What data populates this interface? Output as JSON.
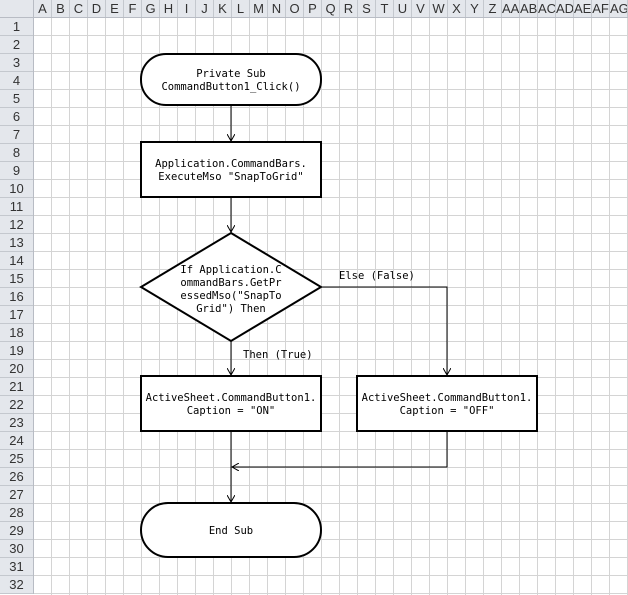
{
  "columns": [
    "A",
    "B",
    "C",
    "D",
    "E",
    "F",
    "G",
    "H",
    "I",
    "J",
    "K",
    "L",
    "M",
    "N",
    "O",
    "P",
    "Q",
    "R",
    "S",
    "T",
    "U",
    "V",
    "W",
    "X",
    "Y",
    "Z",
    "AA",
    "AB",
    "AC",
    "AD",
    "AE",
    "AF",
    "AG"
  ],
  "rows": [
    "1",
    "2",
    "3",
    "4",
    "5",
    "6",
    "7",
    "8",
    "9",
    "10",
    "11",
    "12",
    "13",
    "14",
    "15",
    "16",
    "17",
    "18",
    "19",
    "20",
    "21",
    "22",
    "23",
    "24",
    "25",
    "26",
    "27",
    "28",
    "29",
    "30",
    "31",
    "32"
  ],
  "flowchart": {
    "start": [
      "Private Sub",
      "CommandButton1_Click()"
    ],
    "step1": [
      "Application.CommandBars.",
      "ExecuteMso \"SnapToGrid\""
    ],
    "decision": [
      "If Application.C",
      "ommandBars.GetPr",
      "essedMso(\"SnapTo",
      "Grid\") Then"
    ],
    "else_label": "Else (False)",
    "then_label": "Then (True)",
    "then_box": [
      "ActiveSheet.CommandButton1.",
      "Caption = \"ON\""
    ],
    "else_box": [
      "ActiveSheet.CommandButton1.",
      "Caption = \"OFF\""
    ],
    "end": "End  Sub"
  }
}
